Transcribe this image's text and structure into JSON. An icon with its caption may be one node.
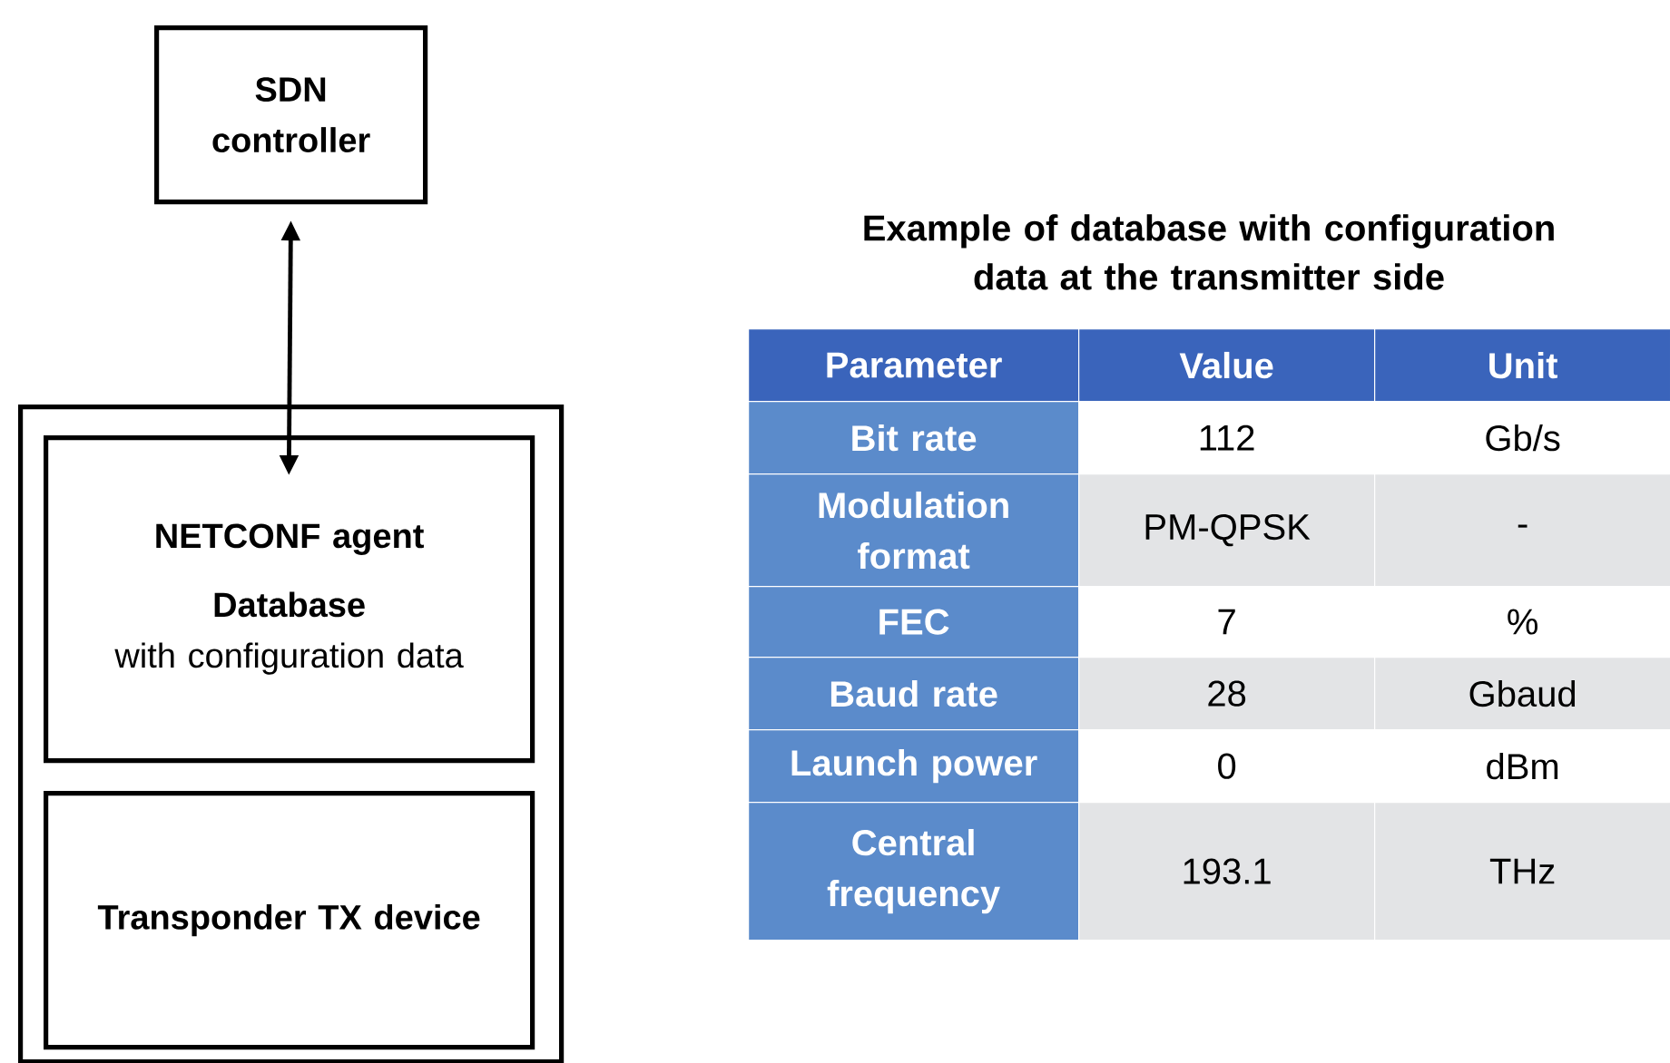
{
  "diagram": {
    "title": "Example of database with configuration data at the transmitter side",
    "nodes": [
      {
        "text": [
          "SDN controller"
        ]
      },
      {
        "text": [],
        "shape": "box"
      },
      {
        "text": [
          "NETCONF agent",
          "Database",
          "with configuration data"
        ],
        "in": 1
      },
      {
        "text": [
          "Transponder TX device"
        ],
        "in": 1
      }
    ],
    "edges": [
      {
        "from": 0,
        "to": 2,
        "arrow": "both"
      }
    ],
    "labels": [
      "Parameter",
      "Value",
      "Unit",
      "Bit rate",
      "112",
      "Gb/s",
      "Modulation format",
      "PM-QPSK",
      "-",
      "FEC",
      "7",
      "%",
      "Baud rate",
      "28",
      "Gbaud",
      "Launch power",
      "0",
      "dBm",
      "Central frequency",
      "193.1",
      "THz"
    ]
  }
}
